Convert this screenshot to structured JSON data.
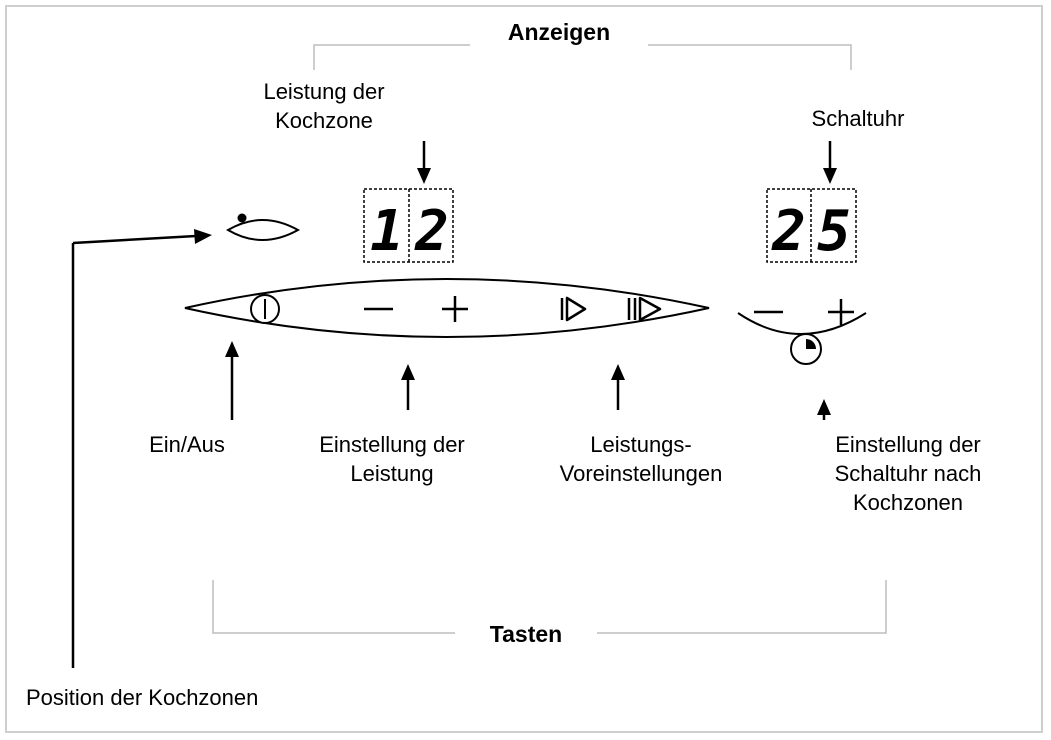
{
  "headers": {
    "displays": "Anzeigen",
    "keys": "Tasten"
  },
  "display_labels": {
    "power_line1": "Leistung der",
    "power_line2": "Kochzone",
    "timer": "Schaltuhr"
  },
  "display_values": {
    "power": "12",
    "timer": "25"
  },
  "key_labels": {
    "on_off": "Ein/Aus",
    "power_line1": "Einstellung der",
    "power_line2": "Leistung",
    "preset_line1": "Leistungs-",
    "preset_line2": "Voreinstellungen",
    "timer_line1": "Einstellung der",
    "timer_line2": "Schaltuhr nach",
    "timer_line3": "Kochzonen"
  },
  "position_label": "Position der Kochzonen",
  "icons": [
    "cooking-zone-position-icon",
    "power-icon",
    "minus-icon",
    "plus-icon",
    "preset-icon",
    "double-preset-icon",
    "timer-icon"
  ],
  "colors": {
    "frame": "#cfcfcf",
    "bracket": "#bdbdbd",
    "ink": "#000000"
  }
}
